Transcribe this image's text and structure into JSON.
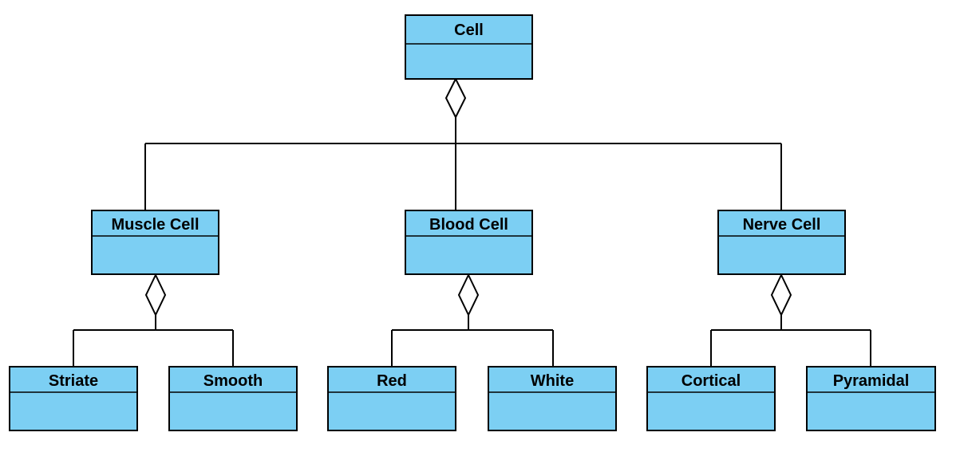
{
  "diagram": {
    "type": "uml-class-aggregation",
    "colors": {
      "class_fill": "#7ccff3",
      "stroke": "#000000",
      "background": "#ffffff"
    },
    "classes": {
      "cell": "Cell",
      "muscle": "Muscle Cell",
      "blood": "Blood Cell",
      "nerve": "Nerve Cell",
      "striate": "Striate",
      "smooth": "Smooth",
      "red": "Red",
      "white": "White",
      "cortical": "Cortical",
      "pyramidal": "Pyramidal"
    },
    "aggregations": [
      {
        "whole": "Cell",
        "parts": [
          "Muscle Cell",
          "Blood Cell",
          "Nerve Cell"
        ]
      },
      {
        "whole": "Muscle Cell",
        "parts": [
          "Striate",
          "Smooth"
        ]
      },
      {
        "whole": "Blood Cell",
        "parts": [
          "Red",
          "White"
        ]
      },
      {
        "whole": "Nerve Cell",
        "parts": [
          "Cortical",
          "Pyramidal"
        ]
      }
    ]
  }
}
